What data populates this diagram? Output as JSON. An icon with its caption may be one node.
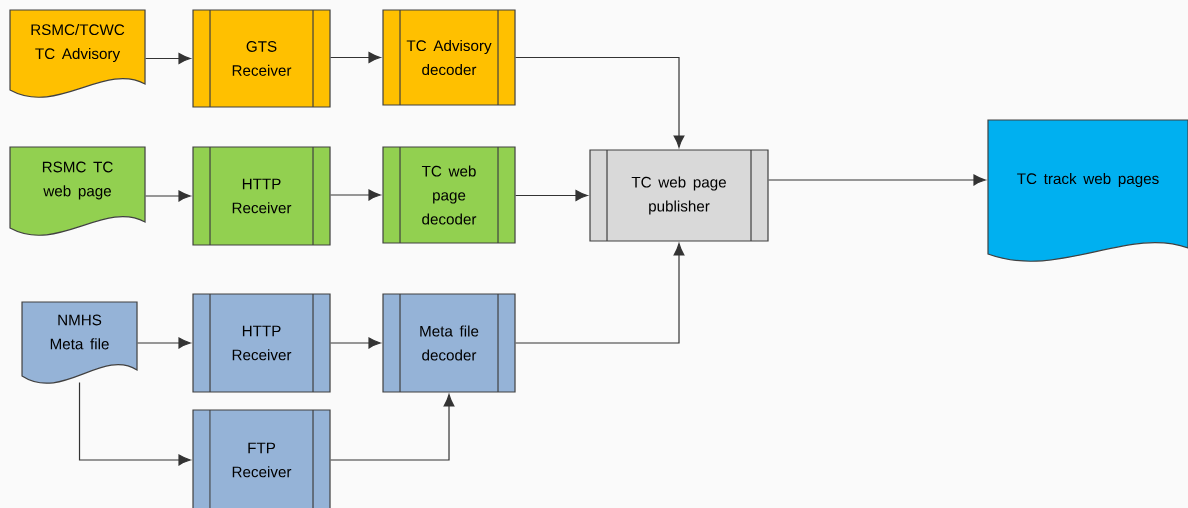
{
  "diagram": {
    "nodes": [
      {
        "text": [
          "RSMC/TCWC TC Advisory"
        ]
      },
      {
        "text": [
          "GTS Receiver"
        ]
      },
      {
        "text": [
          "TC Advisory decoder"
        ]
      },
      {
        "text": [
          "RSMC TC web page"
        ]
      },
      {
        "text": [
          "HTTP Receiver"
        ]
      },
      {
        "text": [
          "TC web page decoder"
        ]
      },
      {
        "text": [
          "TC web page publisher"
        ]
      },
      {
        "text": [
          "TC track web pages"
        ]
      },
      {
        "text": [
          "NMHS Meta file"
        ]
      },
      {
        "text": [
          "HTTP Receiver"
        ]
      },
      {
        "text": [
          "Meta file decoder"
        ]
      },
      {
        "text": [
          "FTP Receiver"
        ]
      }
    ],
    "edges": [
      {
        "from": 0,
        "to": 1,
        "arrow": "to"
      },
      {
        "from": 1,
        "to": 2,
        "arrow": "to"
      },
      {
        "from": 2,
        "to": 6,
        "arrow": "to"
      },
      {
        "from": 3,
        "to": 4,
        "arrow": "to"
      },
      {
        "from": 4,
        "to": 5,
        "arrow": "to"
      },
      {
        "from": 5,
        "to": 6,
        "arrow": "to"
      },
      {
        "from": 6,
        "to": 7,
        "arrow": "to"
      },
      {
        "from": 8,
        "to": 9,
        "arrow": "to"
      },
      {
        "from": 9,
        "to": 10,
        "arrow": "to"
      },
      {
        "from": 10,
        "to": 6,
        "arrow": "to"
      },
      {
        "from": 8,
        "to": 11,
        "arrow": "to"
      },
      {
        "from": 11,
        "to": 10,
        "arrow": "to"
      }
    ]
  }
}
